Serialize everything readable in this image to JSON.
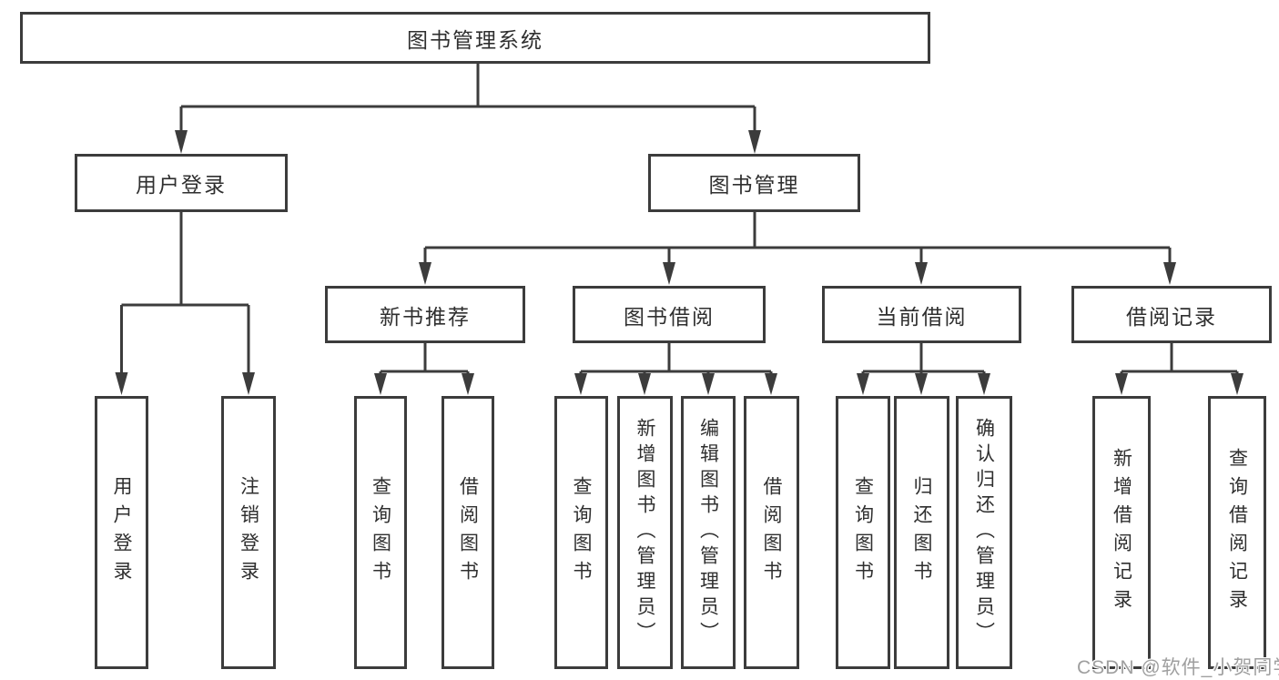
{
  "diagram": {
    "root": {
      "label": "图书管理系统"
    },
    "branches": [
      {
        "label": "用户登录"
      },
      {
        "label": "图书管理"
      }
    ],
    "modules": [
      {
        "label": "新书推荐"
      },
      {
        "label": "图书借阅"
      },
      {
        "label": "当前借阅"
      },
      {
        "label": "借阅记录"
      }
    ],
    "leaves": [
      {
        "label": "用户登录"
      },
      {
        "label": "注销登录"
      },
      {
        "label": "查询图书"
      },
      {
        "label": "借阅图书"
      },
      {
        "label": "查询图书"
      },
      {
        "label": "新增图书（管理员）"
      },
      {
        "label": "编辑图书（管理员）"
      },
      {
        "label": "借阅图书"
      },
      {
        "label": "查询图书"
      },
      {
        "label": "归还图书"
      },
      {
        "label": "确认归还（管理员）"
      },
      {
        "label": "新增借阅记录"
      },
      {
        "label": "查询借阅记录"
      }
    ],
    "watermark": {
      "text": "CSDN @软件_小贺同学"
    },
    "colors": {
      "line": "#3c3c3c",
      "text": "#2f2f2f",
      "background": "#ffffff",
      "watermark": "#9f9f9f"
    }
  }
}
